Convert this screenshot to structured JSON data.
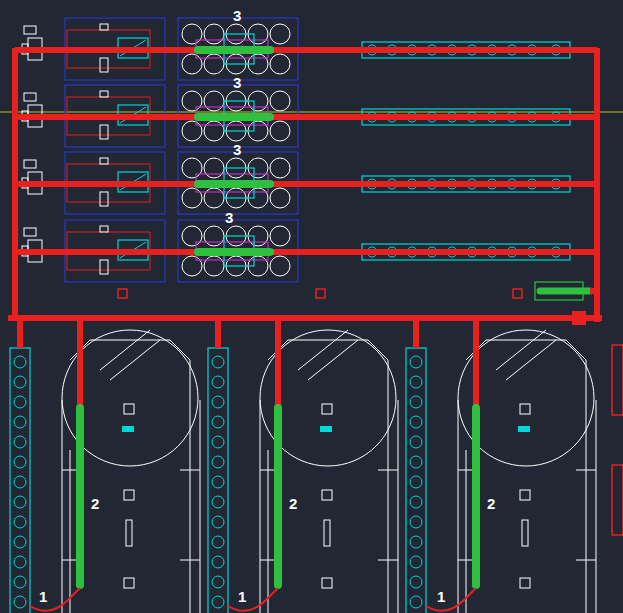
{
  "diagram": {
    "labels": [
      "3",
      "3",
      "3",
      "3",
      "2",
      "2",
      "2",
      "1",
      "1",
      "1"
    ]
  }
}
